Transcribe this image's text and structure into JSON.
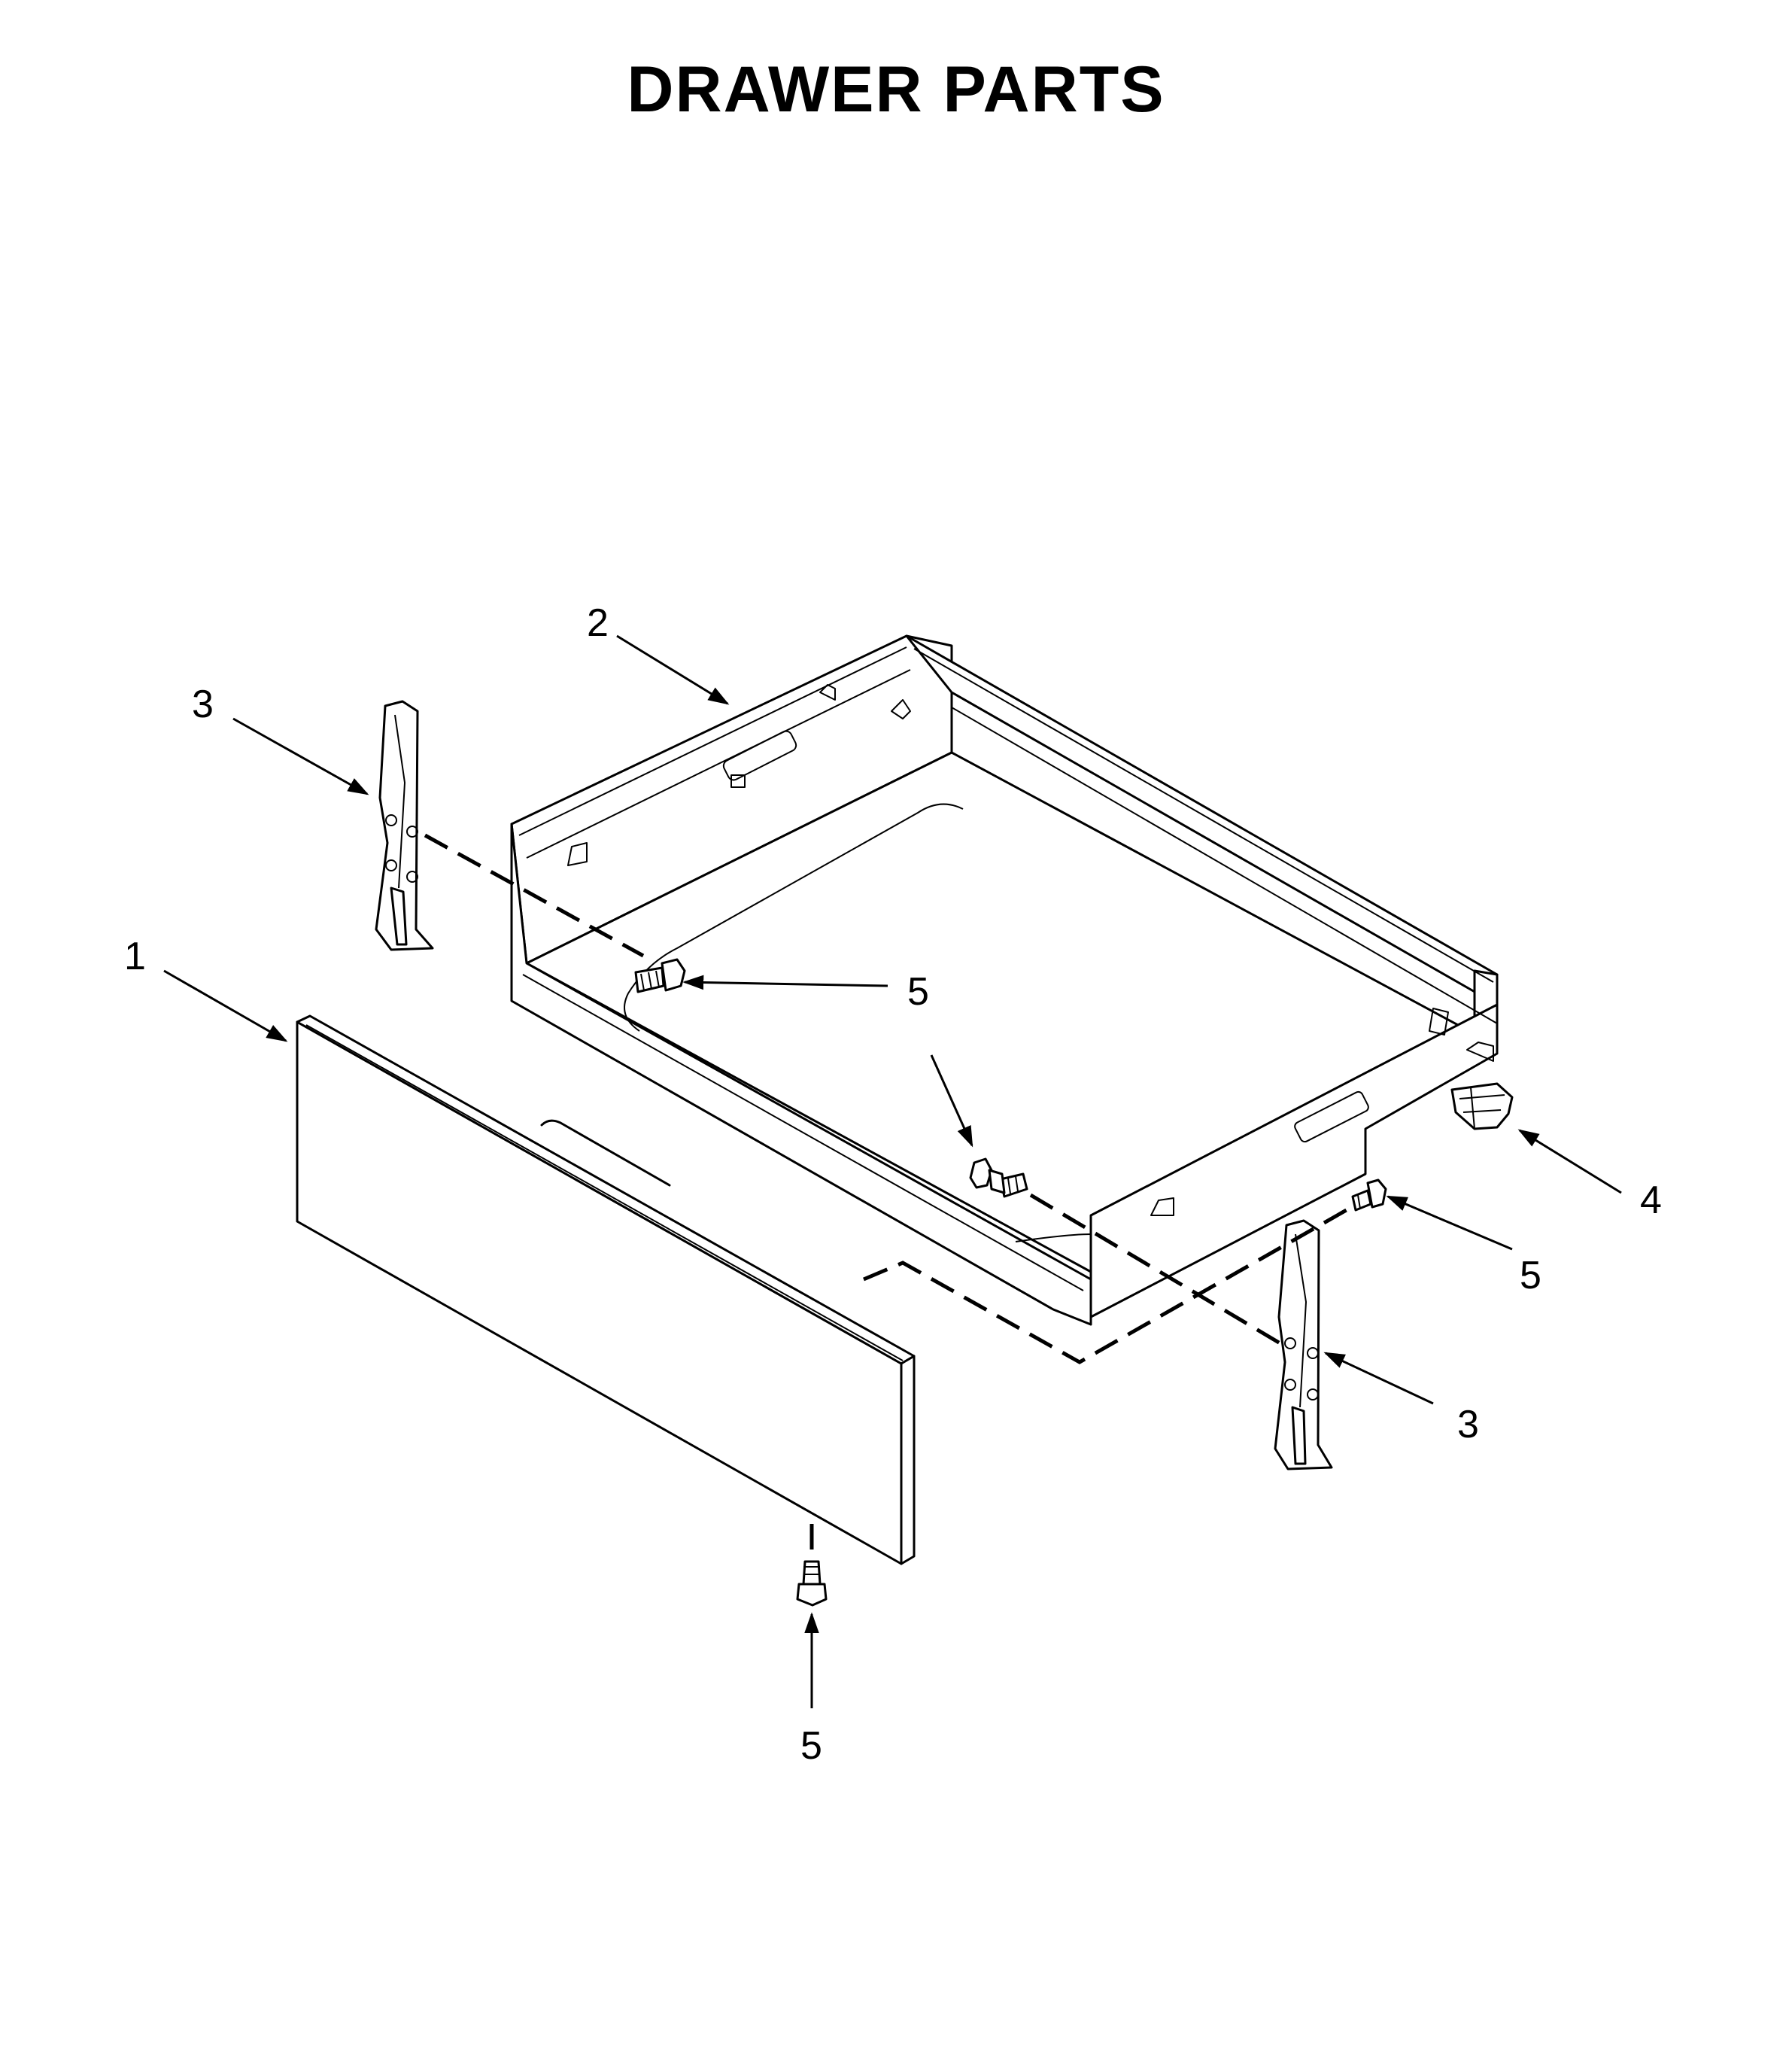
{
  "title": "DRAWER PARTS",
  "callouts": {
    "drawer_front": "1",
    "drawer_body": "2",
    "bracket_left": "3",
    "bracket_right": "3",
    "clip": "4",
    "screw_upper_left": "5",
    "screw_middle": "5",
    "screw_right": "5",
    "screw_bottom": "5"
  }
}
